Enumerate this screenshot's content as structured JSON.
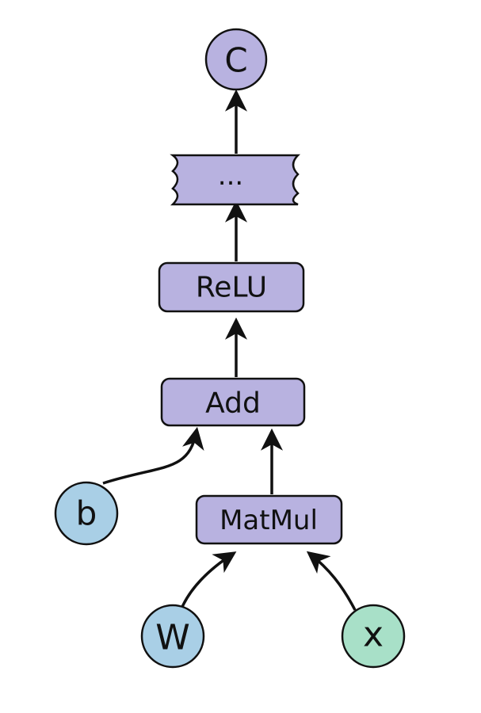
{
  "graph": {
    "nodes": {
      "c": {
        "label": "C",
        "color": "#b8b2e0"
      },
      "ellipsis": {
        "label": "...",
        "color": "#b8b2e0"
      },
      "relu": {
        "label": "ReLU",
        "color": "#b8b2e0"
      },
      "add": {
        "label": "Add",
        "color": "#b8b2e0"
      },
      "matmul": {
        "label": "MatMul",
        "color": "#b8b2e0"
      },
      "b": {
        "label": "b",
        "color": "#a9cfe6"
      },
      "w": {
        "label": "W",
        "color": "#a9cfe6"
      },
      "x": {
        "label": "x",
        "color": "#a8e0c8"
      }
    },
    "edges": [
      {
        "from": "ellipsis",
        "to": "c"
      },
      {
        "from": "relu",
        "to": "ellipsis"
      },
      {
        "from": "add",
        "to": "relu"
      },
      {
        "from": "b",
        "to": "add"
      },
      {
        "from": "matmul",
        "to": "add"
      },
      {
        "from": "w",
        "to": "matmul"
      },
      {
        "from": "x",
        "to": "matmul"
      }
    ]
  }
}
